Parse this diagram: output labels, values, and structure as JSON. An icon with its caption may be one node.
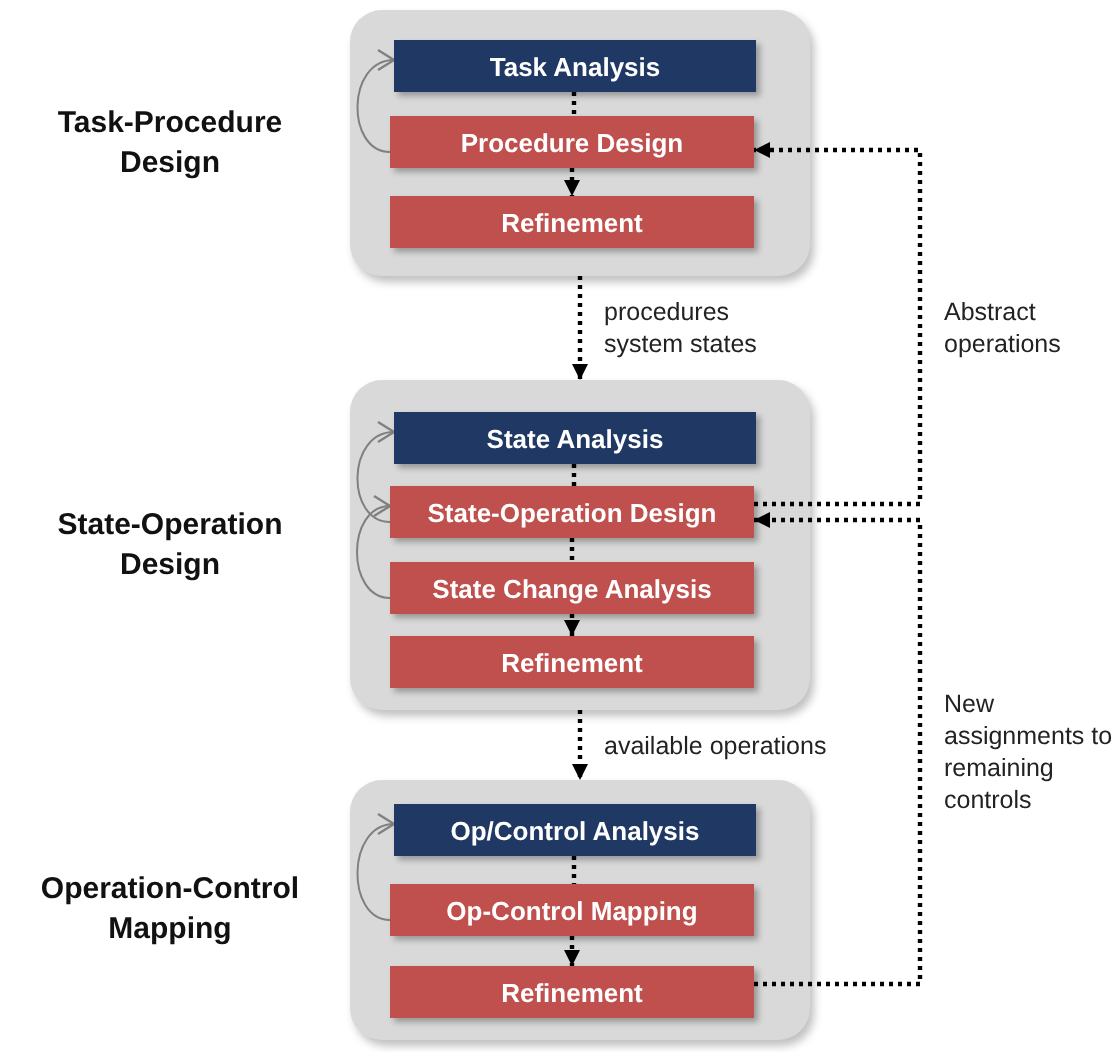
{
  "diagram": {
    "nodes": [
      {
        "text": [
          "Task-Procedure Design"
        ]
      },
      {
        "text": [
          "Task Analysis"
        ],
        "in": 0
      },
      {
        "text": [
          "Procedure Design"
        ],
        "in": 0
      },
      {
        "text": [
          "Refinement"
        ],
        "in": 0
      },
      {
        "text": [
          "State-Operation Design"
        ]
      },
      {
        "text": [
          "State Analysis"
        ],
        "in": 4
      },
      {
        "text": [
          "State-Operation Design"
        ],
        "in": 4
      },
      {
        "text": [
          "State Change Analysis"
        ],
        "in": 4
      },
      {
        "text": [
          "Refinement"
        ],
        "in": 4
      },
      {
        "text": [
          "Operation-Control Mapping"
        ]
      },
      {
        "text": [
          "Op/Control Analysis"
        ],
        "in": 9
      },
      {
        "text": [
          "Op-Control Mapping"
        ],
        "in": 9
      },
      {
        "text": [
          "Refinement"
        ],
        "in": 9
      }
    ],
    "edges": [
      {
        "from": 1,
        "to": 2,
        "arrow": "none",
        "style": "dashed"
      },
      {
        "from": 2,
        "to": 3,
        "arrow": "to",
        "style": "dashed"
      },
      {
        "from": 2,
        "to": 1,
        "arrow": "to",
        "color": "#808080"
      },
      {
        "from": 0,
        "to": 4,
        "arrow": "to",
        "style": "dashed",
        "label": "procedures system states"
      },
      {
        "from": 6,
        "to": 2,
        "arrow": "to",
        "style": "dashed",
        "label": "Abstract operations"
      },
      {
        "from": 5,
        "to": 6,
        "arrow": "none",
        "style": "dashed"
      },
      {
        "from": 6,
        "to": 7,
        "arrow": "none",
        "style": "dashed"
      },
      {
        "from": 7,
        "to": 8,
        "arrow": "to",
        "style": "dashed"
      },
      {
        "from": 6,
        "to": 5,
        "arrow": "to",
        "color": "#808080"
      },
      {
        "from": 7,
        "to": 6,
        "arrow": "to",
        "color": "#808080"
      },
      {
        "from": 4,
        "to": 9,
        "arrow": "to",
        "style": "dashed",
        "label": "available operations"
      },
      {
        "from": 10,
        "to": 11,
        "arrow": "none",
        "style": "dashed"
      },
      {
        "from": 11,
        "to": 12,
        "arrow": "to",
        "style": "dashed"
      },
      {
        "from": 11,
        "to": 10,
        "arrow": "to",
        "color": "#808080"
      },
      {
        "from": 12,
        "to": 6,
        "arrow": "to",
        "style": "dashed",
        "label": "New assignments to remaining controls"
      }
    ]
  }
}
